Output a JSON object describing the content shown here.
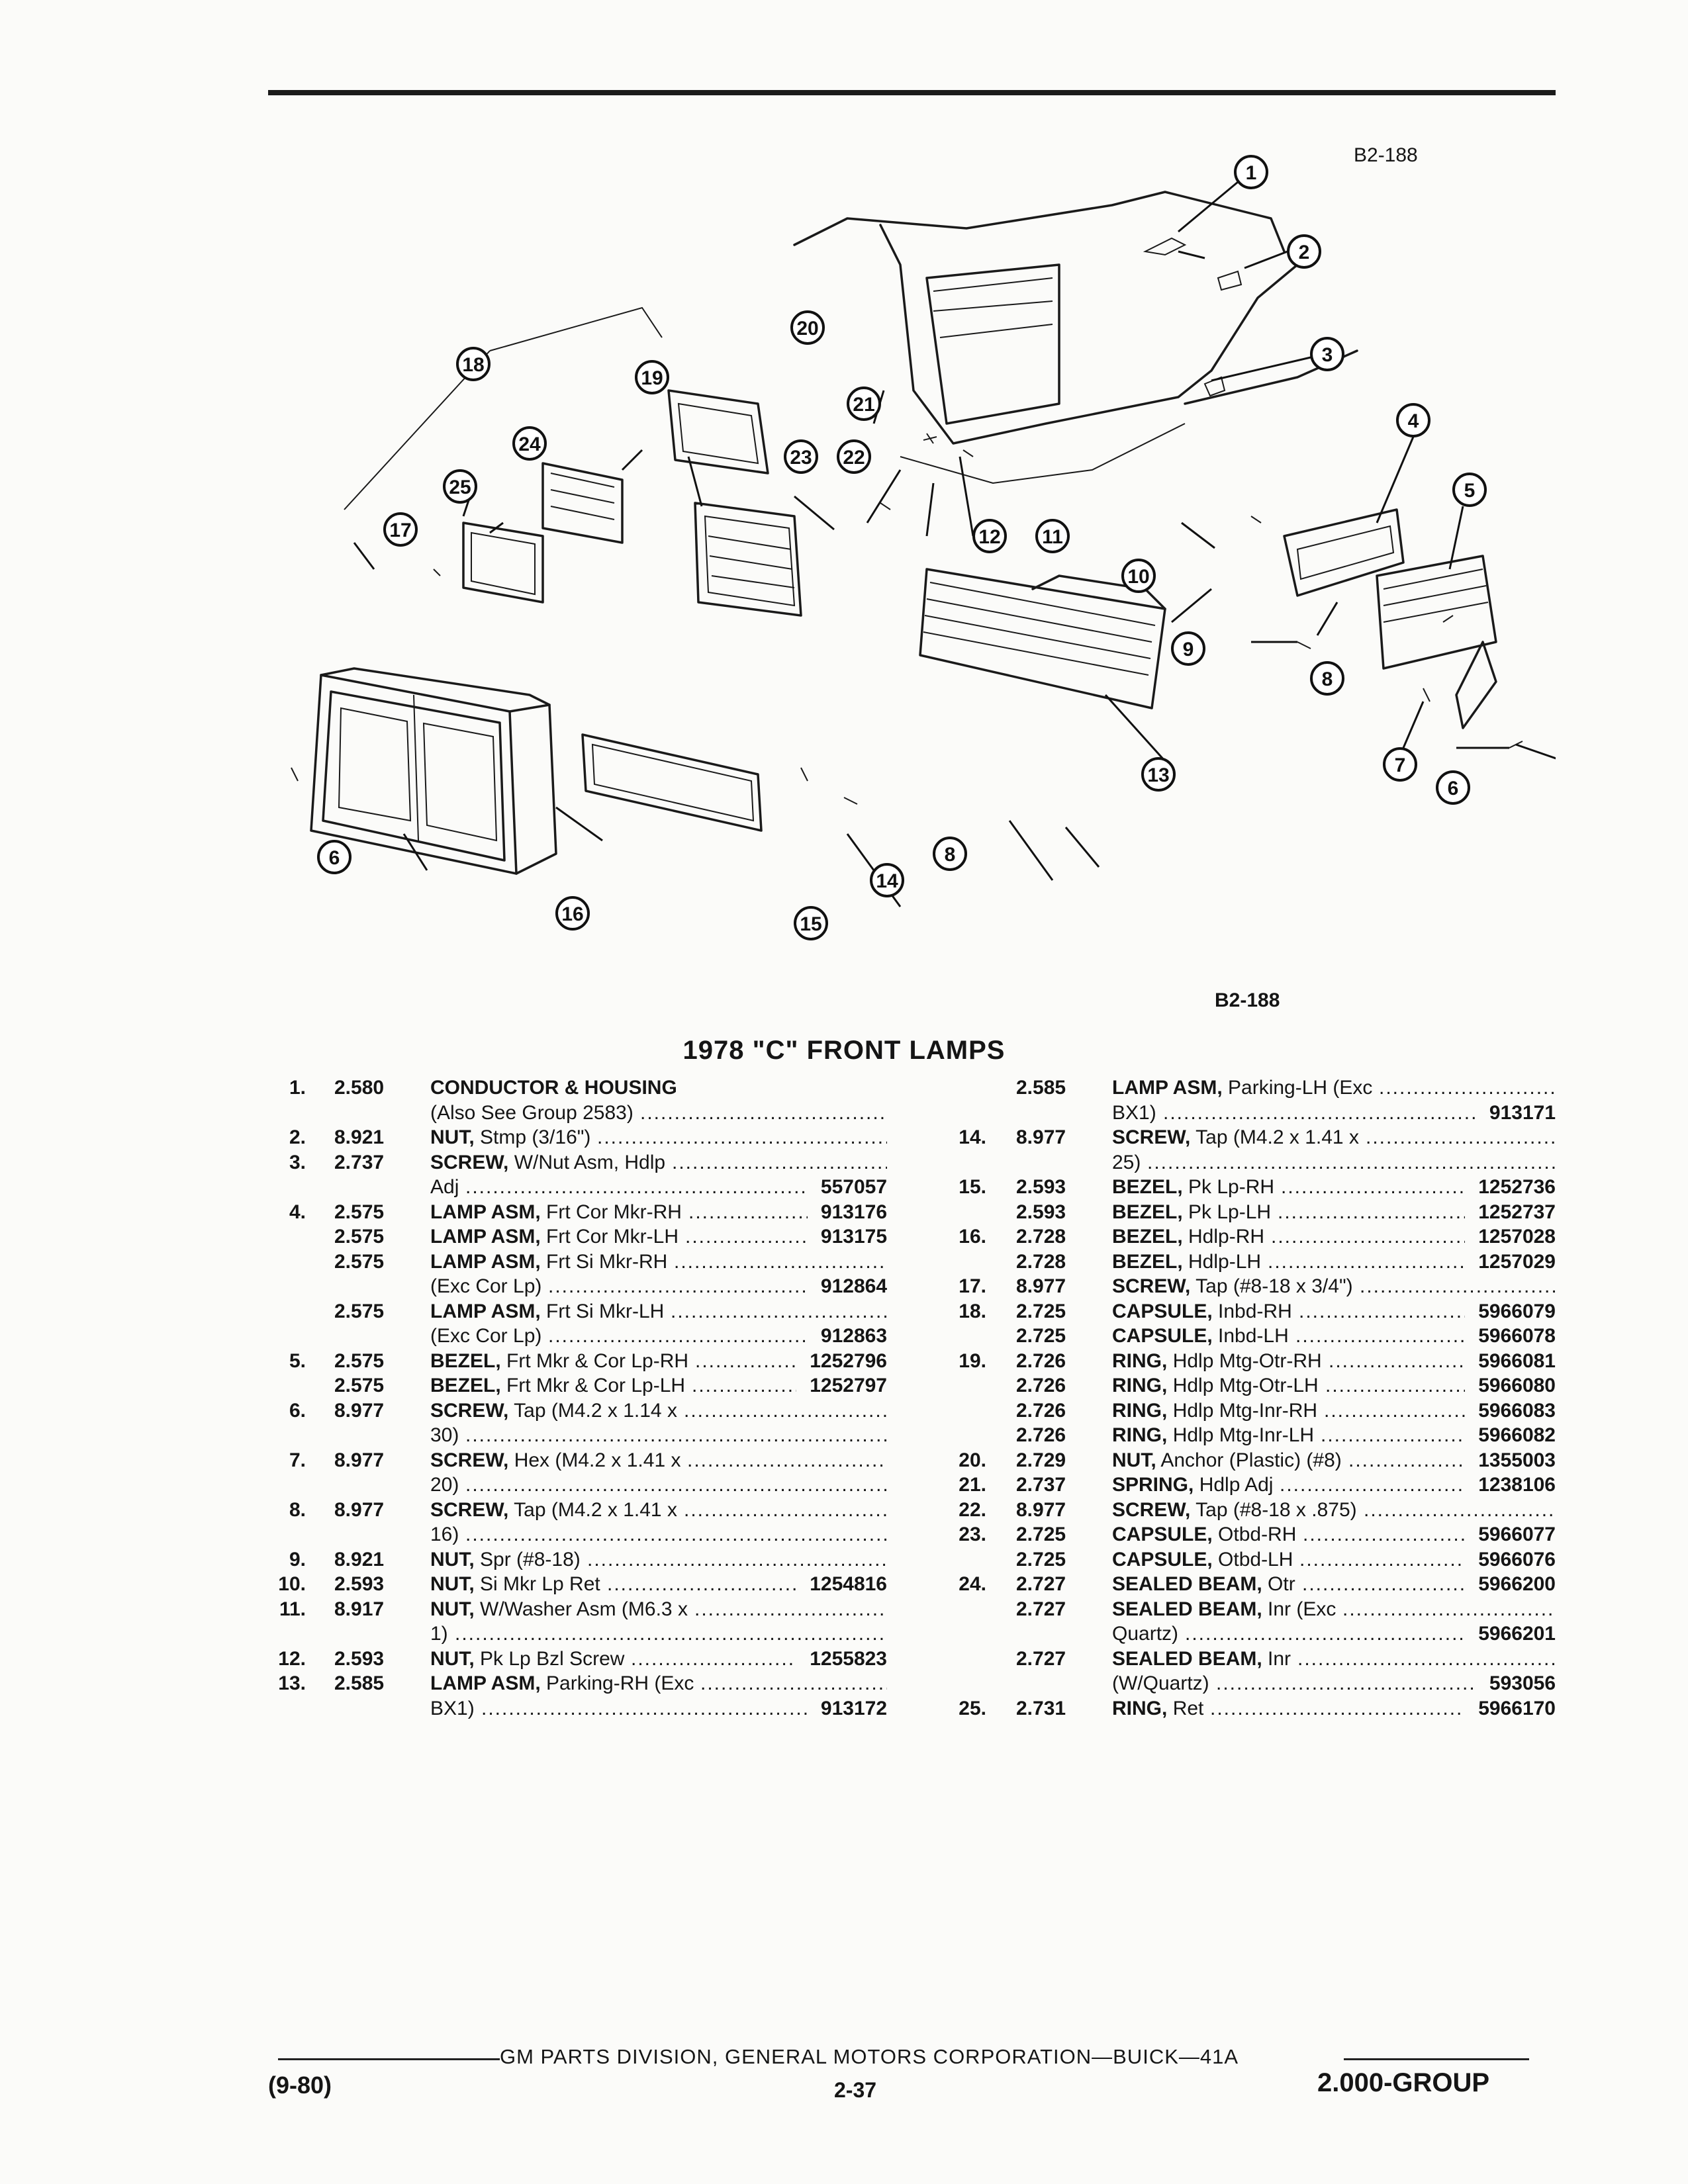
{
  "figure_id_top": "B2-188",
  "figure_id_bottom": "B2-188",
  "title": "1978 \"C\" FRONT LAMPS",
  "callouts": [
    "1",
    "2",
    "3",
    "4",
    "5",
    "6",
    "6",
    "7",
    "8",
    "8",
    "9",
    "10",
    "11",
    "12",
    "13",
    "14",
    "15",
    "16",
    "17",
    "18",
    "19",
    "20",
    "21",
    "22",
    "23",
    "24",
    "25"
  ],
  "left_rows": [
    {
      "num": "1.",
      "grp": "2.580",
      "label": "CONDUCTOR & HOUSING",
      "rest": "",
      "pn": ""
    },
    {
      "num": "",
      "grp": "",
      "label": "",
      "rest": "(Also See Group 2583)",
      "pn": ""
    },
    {
      "num": "2.",
      "grp": "8.921",
      "label": "NUT,",
      "rest": "Stmp (3/16\")",
      "pn": ""
    },
    {
      "num": "3.",
      "grp": "2.737",
      "label": "SCREW,",
      "rest": "W/Nut Asm, Hdlp",
      "pn": ""
    },
    {
      "num": "",
      "grp": "",
      "label": "",
      "rest": "Adj",
      "pn": "557057"
    },
    {
      "num": "4.",
      "grp": "2.575",
      "label": "LAMP ASM,",
      "rest": "Frt Cor Mkr-RH",
      "pn": "913176"
    },
    {
      "num": "",
      "grp": "2.575",
      "label": "LAMP ASM,",
      "rest": "Frt Cor Mkr-LH",
      "pn": "913175"
    },
    {
      "num": "",
      "grp": "2.575",
      "label": "LAMP ASM,",
      "rest": "Frt Si Mkr-RH",
      "pn": ""
    },
    {
      "num": "",
      "grp": "",
      "label": "",
      "rest": "(Exc Cor Lp)",
      "pn": "912864"
    },
    {
      "num": "",
      "grp": "2.575",
      "label": "LAMP ASM,",
      "rest": "Frt Si Mkr-LH",
      "pn": ""
    },
    {
      "num": "",
      "grp": "",
      "label": "",
      "rest": "(Exc Cor Lp)",
      "pn": "912863"
    },
    {
      "num": "5.",
      "grp": "2.575",
      "label": "BEZEL,",
      "rest": "Frt Mkr & Cor Lp-RH",
      "pn": "1252796"
    },
    {
      "num": "",
      "grp": "2.575",
      "label": "BEZEL,",
      "rest": "Frt Mkr & Cor Lp-LH",
      "pn": "1252797"
    },
    {
      "num": "6.",
      "grp": "8.977",
      "label": "SCREW,",
      "rest": "Tap (M4.2 x 1.14 x",
      "pn": ""
    },
    {
      "num": "",
      "grp": "",
      "label": "",
      "rest": "30)",
      "pn": ""
    },
    {
      "num": "7.",
      "grp": "8.977",
      "label": "SCREW,",
      "rest": "Hex (M4.2 x 1.41 x",
      "pn": ""
    },
    {
      "num": "",
      "grp": "",
      "label": "",
      "rest": "20)",
      "pn": ""
    },
    {
      "num": "8.",
      "grp": "8.977",
      "label": "SCREW,",
      "rest": "Tap (M4.2 x 1.41 x",
      "pn": ""
    },
    {
      "num": "",
      "grp": "",
      "label": "",
      "rest": "16)",
      "pn": ""
    },
    {
      "num": "9.",
      "grp": "8.921",
      "label": "NUT,",
      "rest": "Spr (#8-18)",
      "pn": ""
    },
    {
      "num": "10.",
      "grp": "2.593",
      "label": "NUT,",
      "rest": "Si Mkr Lp Ret",
      "pn": "1254816"
    },
    {
      "num": "11.",
      "grp": "8.917",
      "label": "NUT,",
      "rest": "W/Washer Asm (M6.3 x",
      "pn": ""
    },
    {
      "num": "",
      "grp": "",
      "label": "",
      "rest": "1)",
      "pn": ""
    },
    {
      "num": "12.",
      "grp": "2.593",
      "label": "NUT,",
      "rest": "Pk Lp Bzl Screw",
      "pn": "1255823"
    },
    {
      "num": "13.",
      "grp": "2.585",
      "label": "LAMP ASM,",
      "rest": "Parking-RH (Exc",
      "pn": ""
    },
    {
      "num": "",
      "grp": "",
      "label": "",
      "rest": "BX1)",
      "pn": "913172"
    }
  ],
  "right_rows": [
    {
      "num": "",
      "grp": "2.585",
      "label": "LAMP ASM,",
      "rest": "Parking-LH (Exc",
      "pn": ""
    },
    {
      "num": "",
      "grp": "",
      "label": "",
      "rest": "BX1)",
      "pn": "913171"
    },
    {
      "num": "14.",
      "grp": "8.977",
      "label": "SCREW,",
      "rest": "Tap (M4.2 x 1.41 x",
      "pn": ""
    },
    {
      "num": "",
      "grp": "",
      "label": "",
      "rest": "25)",
      "pn": ""
    },
    {
      "num": "15.",
      "grp": "2.593",
      "label": "BEZEL,",
      "rest": "Pk Lp-RH",
      "pn": "1252736"
    },
    {
      "num": "",
      "grp": "2.593",
      "label": "BEZEL,",
      "rest": "Pk Lp-LH",
      "pn": "1252737"
    },
    {
      "num": "16.",
      "grp": "2.728",
      "label": "BEZEL,",
      "rest": "Hdlp-RH",
      "pn": "1257028"
    },
    {
      "num": "",
      "grp": "2.728",
      "label": "BEZEL,",
      "rest": "Hdlp-LH",
      "pn": "1257029"
    },
    {
      "num": "17.",
      "grp": "8.977",
      "label": "SCREW,",
      "rest": "Tap (#8-18 x 3/4\")",
      "pn": ""
    },
    {
      "num": "18.",
      "grp": "2.725",
      "label": "CAPSULE,",
      "rest": "Inbd-RH",
      "pn": "5966079"
    },
    {
      "num": "",
      "grp": "2.725",
      "label": "CAPSULE,",
      "rest": "Inbd-LH",
      "pn": "5966078"
    },
    {
      "num": "19.",
      "grp": "2.726",
      "label": "RING,",
      "rest": "Hdlp Mtg-Otr-RH",
      "pn": "5966081"
    },
    {
      "num": "",
      "grp": "2.726",
      "label": "RING,",
      "rest": "Hdlp Mtg-Otr-LH",
      "pn": "5966080"
    },
    {
      "num": "",
      "grp": "2.726",
      "label": "RING,",
      "rest": "Hdlp Mtg-Inr-RH",
      "pn": "5966083"
    },
    {
      "num": "",
      "grp": "2.726",
      "label": "RING,",
      "rest": "Hdlp Mtg-Inr-LH",
      "pn": "5966082"
    },
    {
      "num": "20.",
      "grp": "2.729",
      "label": "NUT,",
      "rest": "Anchor (Plastic) (#8)",
      "pn": "1355003"
    },
    {
      "num": "21.",
      "grp": "2.737",
      "label": "SPRING,",
      "rest": "Hdlp Adj",
      "pn": "1238106"
    },
    {
      "num": "22.",
      "grp": "8.977",
      "label": "SCREW,",
      "rest": "Tap (#8-18 x .875)",
      "pn": ""
    },
    {
      "num": "23.",
      "grp": "2.725",
      "label": "CAPSULE,",
      "rest": "Otbd-RH",
      "pn": "5966077"
    },
    {
      "num": "",
      "grp": "2.725",
      "label": "CAPSULE,",
      "rest": "Otbd-LH",
      "pn": "5966076"
    },
    {
      "num": "24.",
      "grp": "2.727",
      "label": "SEALED BEAM,",
      "rest": "Otr",
      "pn": "5966200"
    },
    {
      "num": "",
      "grp": "2.727",
      "label": "SEALED BEAM,",
      "rest": "Inr (Exc",
      "pn": ""
    },
    {
      "num": "",
      "grp": "",
      "label": "",
      "rest": "Quartz)",
      "pn": "5966201"
    },
    {
      "num": "",
      "grp": "2.727",
      "label": "SEALED BEAM,",
      "rest": "Inr",
      "pn": ""
    },
    {
      "num": "",
      "grp": "",
      "label": "",
      "rest": "(W/Quartz)",
      "pn": "593056"
    },
    {
      "num": "25.",
      "grp": "2.731",
      "label": "RING,",
      "rest": "Ret",
      "pn": "5966170"
    }
  ],
  "footer": {
    "center_line": "GM PARTS DIVISION, GENERAL MOTORS CORPORATION—BUICK—41A",
    "left": "(9-80)",
    "page": "2-37",
    "right": "2.000-GROUP"
  }
}
